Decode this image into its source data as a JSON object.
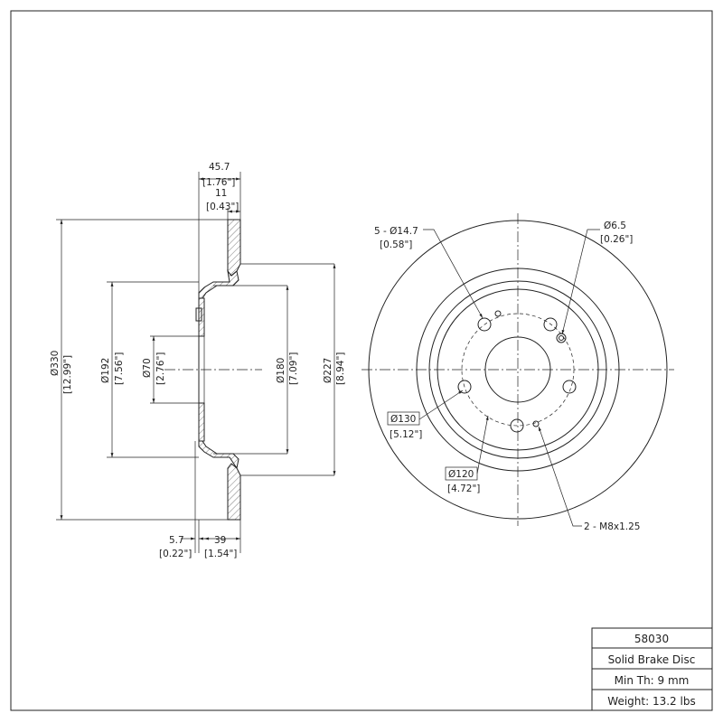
{
  "side_view": {
    "overall_width": {
      "mm": "45.7",
      "inch": "[1.76\"]"
    },
    "friction_thickness": {
      "mm": "11",
      "inch": "[0.43\"]"
    },
    "outer_diameter": {
      "mm": "Ø330",
      "inch": "[12.99\"]"
    },
    "hat_diameter": {
      "mm": "Ø192",
      "inch": "[7.56\"]"
    },
    "center_bore": {
      "mm": "Ø70",
      "inch": "[2.76\"]"
    },
    "inner_diameter": {
      "mm": "Ø180",
      "inch": "[7.09\"]"
    },
    "friction_inner_diameter": {
      "mm": "Ø227",
      "inch": "[8.94\"]"
    },
    "hat_thickness": {
      "mm": "5.7",
      "inch": "[0.22\"]"
    },
    "hat_height": {
      "mm": "39",
      "inch": "[1.54\"]"
    }
  },
  "front_view": {
    "stud_holes": {
      "mm": "5 - Ø14.7",
      "inch": "[0.58\"]"
    },
    "locator_hole": {
      "mm": "Ø6.5",
      "inch": "[0.26\"]"
    },
    "bolt_circle": {
      "mm": "Ø130",
      "inch": "[5.12\"]"
    },
    "hub_circle": {
      "mm": "Ø120",
      "inch": "[4.72\"]"
    },
    "thread": {
      "mm": "2 - M8x1.25"
    }
  },
  "title_block": {
    "part_number": "58030",
    "description": "Solid Brake Disc",
    "min_thickness": "Min Th: 9 mm",
    "weight": "Weight: 13.2 lbs"
  }
}
